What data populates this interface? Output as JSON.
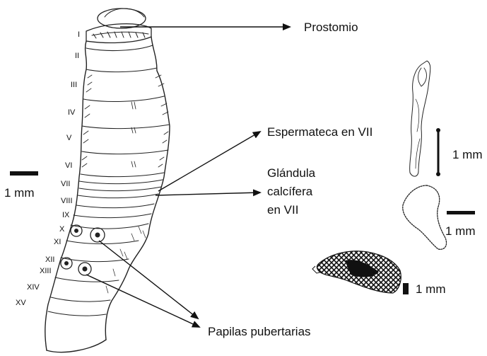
{
  "segments": [
    "I",
    "II",
    "III",
    "IV",
    "V",
    "VI",
    "VII",
    "VIII",
    "IX",
    "X",
    "XI",
    "XII",
    "XIII",
    "XIV",
    "XV"
  ],
  "labels": {
    "prostomio": "Prostomio",
    "espermateca": "Espermateca en VII",
    "glandula_line1": "Glándula",
    "glandula_line2": "calcífera",
    "glandula_line3": "en VII",
    "papilas": "Papilas pubertarias"
  },
  "scale_bars": {
    "left": "1 mm",
    "spermatheca": "1 mm",
    "gland": "1 mm",
    "detail": "1 mm"
  },
  "colors": {
    "ink": "#222222",
    "fill_dark": "#111111"
  }
}
